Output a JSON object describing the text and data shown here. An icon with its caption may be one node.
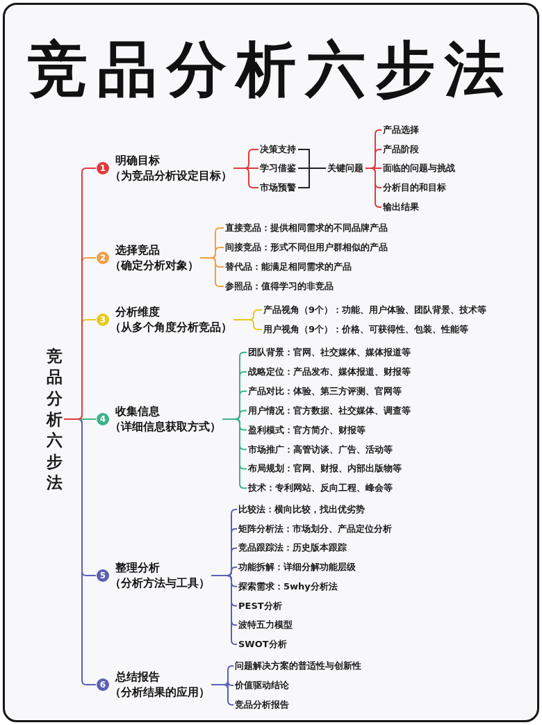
{
  "diagram": {
    "title": "竞品分析六步法",
    "nodes": [
      {
        "text": [
          "竞品分析六步法"
        ]
      },
      {
        "text": [
          "1",
          "明确目标",
          "（为竞品分析设定目标）"
        ]
      },
      {
        "text": [
          "决策支持"
        ]
      },
      {
        "text": [
          "学习借鉴"
        ]
      },
      {
        "text": [
          "市场预警"
        ]
      },
      {
        "text": [
          "关键问题"
        ]
      },
      {
        "text": [
          "产品选择"
        ]
      },
      {
        "text": [
          "产品阶段"
        ]
      },
      {
        "text": [
          "面临的问题与挑战"
        ]
      },
      {
        "text": [
          "分析目的和目标"
        ]
      },
      {
        "text": [
          "输出结果"
        ]
      },
      {
        "text": [
          "2",
          "选择竞品",
          "（确定分析对象）"
        ]
      },
      {
        "text": [
          "直接竞品：提供相同需求的不同品牌产品"
        ]
      },
      {
        "text": [
          "间接竞品：形式不同但用户群相似的产品"
        ]
      },
      {
        "text": [
          "替代品：能满足相同需求的产品"
        ]
      },
      {
        "text": [
          "参照品：值得学习的非竞品"
        ]
      },
      {
        "text": [
          "3",
          "分析维度",
          "（从多个角度分析竞品）"
        ]
      },
      {
        "text": [
          "产品视角（9个）：功能、用户体验、团队背景、技术等"
        ]
      },
      {
        "text": [
          "用户视角（9个）：价格、可获得性、包装、性能等"
        ]
      },
      {
        "text": [
          "4",
          "收集信息",
          "（详细信息获取方式）"
        ]
      },
      {
        "text": [
          "团队背景：官网、社交媒体、媒体报道等"
        ]
      },
      {
        "text": [
          "战略定位：产品发布、媒体报道、财报等"
        ]
      },
      {
        "text": [
          "产品对比：体验、第三方评测、官网等"
        ]
      },
      {
        "text": [
          "用户情况：官方数据、社交媒体、调查等"
        ]
      },
      {
        "text": [
          "盈利模式：官方简介、财报等"
        ]
      },
      {
        "text": [
          "市场推广：高管访谈、广告、活动等"
        ]
      },
      {
        "text": [
          "布局规划：官网、财报、内部出版物等"
        ]
      },
      {
        "text": [
          "技术：专利网站、反向工程、峰会等"
        ]
      },
      {
        "text": [
          "5",
          "整理分析",
          "（分析方法与工具）"
        ]
      },
      {
        "text": [
          "比较法：横向比较，找出优劣势"
        ]
      },
      {
        "text": [
          "矩阵分析法：市场划分、产品定位分析"
        ]
      },
      {
        "text": [
          "竞品跟踪法：历史版本跟踪"
        ]
      },
      {
        "text": [
          "功能拆解：详细分解功能层级"
        ]
      },
      {
        "text": [
          "探索需求：5why分析法"
        ]
      },
      {
        "text": [
          "PEST分析"
        ]
      },
      {
        "text": [
          "波特五力模型"
        ]
      },
      {
        "text": [
          "SWOT分析"
        ]
      },
      {
        "text": [
          "6",
          "总结报告",
          "（分析结果的应用）"
        ]
      },
      {
        "text": [
          "问题解决方案的普适性与创新性"
        ]
      },
      {
        "text": [
          "价值驱动结论"
        ]
      },
      {
        "text": [
          "竞品分析报告"
        ]
      }
    ],
    "edges": [
      {
        "from": 0,
        "to": 1,
        "arrow": "none",
        "color": "#e0393e"
      },
      {
        "from": 1,
        "to": 2,
        "arrow": "none",
        "color": "#e0393e"
      },
      {
        "from": 1,
        "to": 3,
        "arrow": "none",
        "color": "#e0393e"
      },
      {
        "from": 1,
        "to": 4,
        "arrow": "none",
        "color": "#e0393e"
      },
      {
        "from": 2,
        "to": 5,
        "arrow": "none",
        "color": "#222222"
      },
      {
        "from": 3,
        "to": 5,
        "arrow": "none",
        "color": "#222222"
      },
      {
        "from": 4,
        "to": 5,
        "arrow": "none",
        "color": "#222222"
      },
      {
        "from": 5,
        "to": 6,
        "arrow": "none",
        "color": "#e0393e"
      },
      {
        "from": 5,
        "to": 7,
        "arrow": "none",
        "color": "#e0393e"
      },
      {
        "from": 5,
        "to": 8,
        "arrow": "none",
        "color": "#e0393e"
      },
      {
        "from": 5,
        "to": 9,
        "arrow": "none",
        "color": "#e0393e"
      },
      {
        "from": 5,
        "to": 10,
        "arrow": "none",
        "color": "#e0393e"
      },
      {
        "from": 0,
        "to": 11,
        "arrow": "none",
        "color": "#eea04a"
      },
      {
        "from": 11,
        "to": 12,
        "arrow": "none",
        "color": "#eea04a"
      },
      {
        "from": 11,
        "to": 13,
        "arrow": "none",
        "color": "#eea04a"
      },
      {
        "from": 11,
        "to": 14,
        "arrow": "none",
        "color": "#eea04a"
      },
      {
        "from": 11,
        "to": 15,
        "arrow": "none",
        "color": "#eea04a"
      },
      {
        "from": 0,
        "to": 16,
        "arrow": "none",
        "color": "#e9c81c"
      },
      {
        "from": 16,
        "to": 17,
        "arrow": "none",
        "color": "#e9c81c"
      },
      {
        "from": 16,
        "to": 18,
        "arrow": "none",
        "color": "#e9c81c"
      },
      {
        "from": 0,
        "to": 19,
        "arrow": "none",
        "color": "#3bb38a"
      },
      {
        "from": 19,
        "to": 20,
        "arrow": "none",
        "color": "#3bb38a"
      },
      {
        "from": 19,
        "to": 21,
        "arrow": "none",
        "color": "#3bb38a"
      },
      {
        "from": 19,
        "to": 22,
        "arrow": "none",
        "color": "#3bb38a"
      },
      {
        "from": 19,
        "to": 23,
        "arrow": "none",
        "color": "#3bb38a"
      },
      {
        "from": 19,
        "to": 24,
        "arrow": "none",
        "color": "#3bb38a"
      },
      {
        "from": 19,
        "to": 25,
        "arrow": "none",
        "color": "#3bb38a"
      },
      {
        "from": 19,
        "to": 26,
        "arrow": "none",
        "color": "#3bb38a"
      },
      {
        "from": 19,
        "to": 27,
        "arrow": "none",
        "color": "#3bb38a"
      },
      {
        "from": 0,
        "to": 28,
        "arrow": "none"
      },
      {
        "from": 28,
        "to": 29,
        "arrow": "none"
      },
      {
        "from": 28,
        "to": 30,
        "arrow": "none"
      },
      {
        "from": 28,
        "to": 31,
        "arrow": "none"
      },
      {
        "from": 28,
        "to": 32,
        "arrow": "none"
      },
      {
        "from": 28,
        "to": 33,
        "arrow": "none"
      },
      {
        "from": 28,
        "to": 34,
        "arrow": "none"
      },
      {
        "from": 28,
        "to": 35,
        "arrow": "none"
      },
      {
        "from": 28,
        "to": 36,
        "arrow": "none"
      },
      {
        "from": 0,
        "to": 37,
        "arrow": "none"
      },
      {
        "from": 37,
        "to": 38,
        "arrow": "none"
      },
      {
        "from": 37,
        "to": 39,
        "arrow": "none"
      },
      {
        "from": 37,
        "to": 40,
        "arrow": "none"
      }
    ]
  }
}
